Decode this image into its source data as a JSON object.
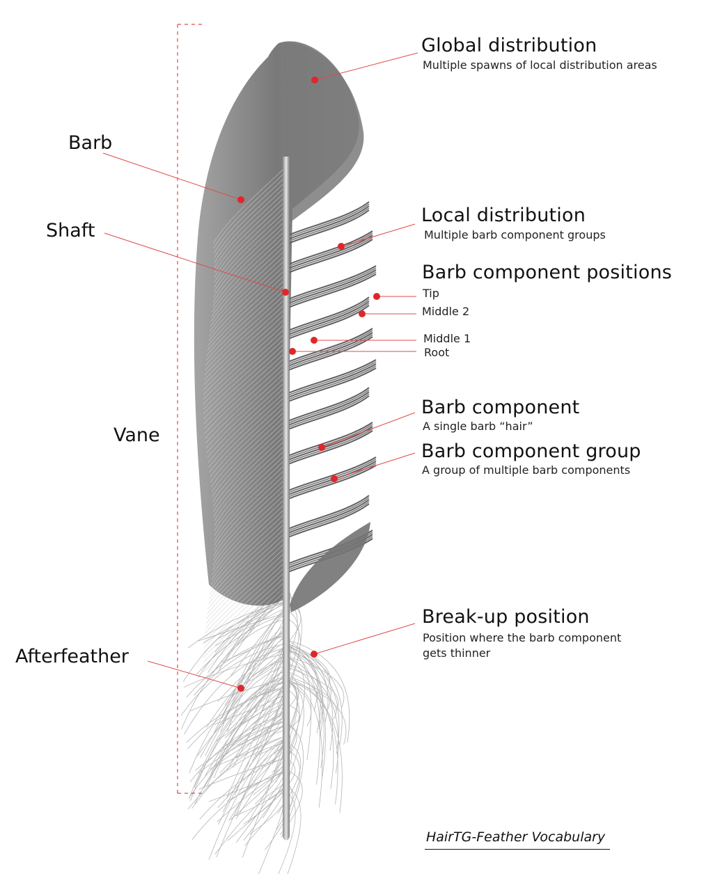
{
  "colors": {
    "accent": "#e0262b",
    "leader": "#e04a4a",
    "feather": "#6f6f6f",
    "shaft": "#d9d9d9"
  },
  "labels": {
    "barb": "Barb",
    "shaft": "Shaft",
    "vane": "Vane",
    "afterfeather": "Afterfeather",
    "global_title": "Global distribution",
    "global_sub": "Multiple spawns of local distribution areas",
    "local_title": "Local distribution",
    "local_sub": "Multiple barb component groups",
    "positions_title": "Barb component positions",
    "tip": "Tip",
    "middle2": "Middle 2",
    "middle1": "Middle 1",
    "root": "Root",
    "component_title": "Barb component",
    "component_sub": "A single barb “hair”",
    "group_title": "Barb component group",
    "group_sub": "A group of multiple barb components",
    "breakup_title": "Break-up position",
    "breakup_sub1": "Position where the barb component",
    "breakup_sub2": "gets thinner"
  },
  "caption": "HairTG-Feather Vocabulary"
}
